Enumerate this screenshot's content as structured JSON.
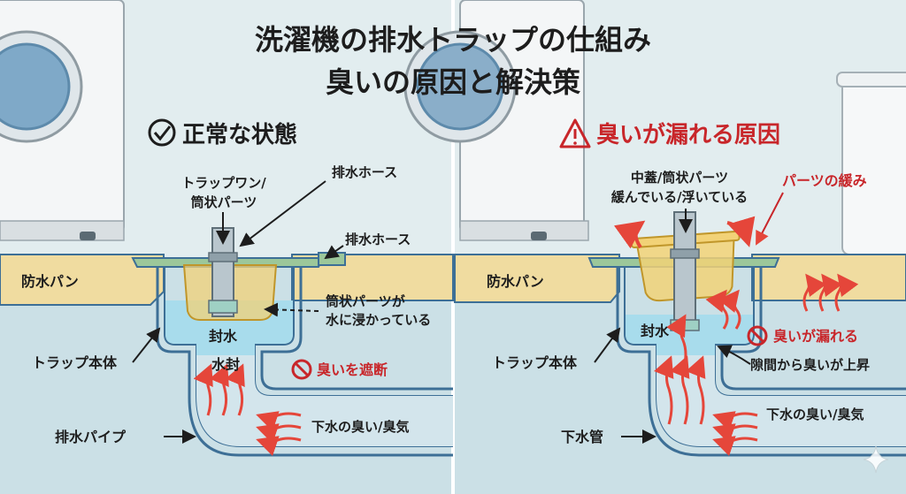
{
  "title": {
    "line1": "洗濯機の排水トラップの仕組み",
    "line2": "臭いの原因と解決策"
  },
  "left": {
    "heading": "正常な状態",
    "heading_icon": "check-circle-icon",
    "labels": {
      "trap_one": "トラップワン/",
      "tube_part": "筒状パーツ",
      "drain_hose_top": "排水ホース",
      "drain_hose_side": "排水ホース",
      "waterproof_pan": "防水パン",
      "tube_immersed_1": "筒状パーツが",
      "tube_immersed_2": "水に浸かっている",
      "water_seal": "封水",
      "trap_body": "トラップ本体",
      "water_seal_2": "水封",
      "blocks_smell": "臭いを遮断",
      "sewer_smell": "下水の臭い/臭気",
      "drain_pipe": "排水パイプ"
    }
  },
  "right": {
    "heading": "臭いが漏れる原因",
    "heading_icon": "warning-triangle-icon",
    "labels": {
      "lid_tube_1": "中蓋/筒状パーツ",
      "lid_tube_2": "緩んでいる/浮いている",
      "parts_loose": "パーツの緩み",
      "waterproof_pan": "防水パン",
      "water_seal": "封水",
      "trap_body": "トラップ本体",
      "smell_leaks": "臭いが漏れる",
      "gap_smell": "隙間から臭いが上昇",
      "sewer_smell": "下水の臭い/臭気",
      "sewer_pipe": "下水管"
    }
  },
  "colors": {
    "water": "#a8dcec",
    "floor": "#f0dca0",
    "pipe_wall": "#3d6f96",
    "pipe_inner": "#d3e5ec",
    "flange": "#9cc79a",
    "trap_cup": "#f2d277",
    "smell": "#e5463a",
    "warning_red": "#c8262a"
  }
}
